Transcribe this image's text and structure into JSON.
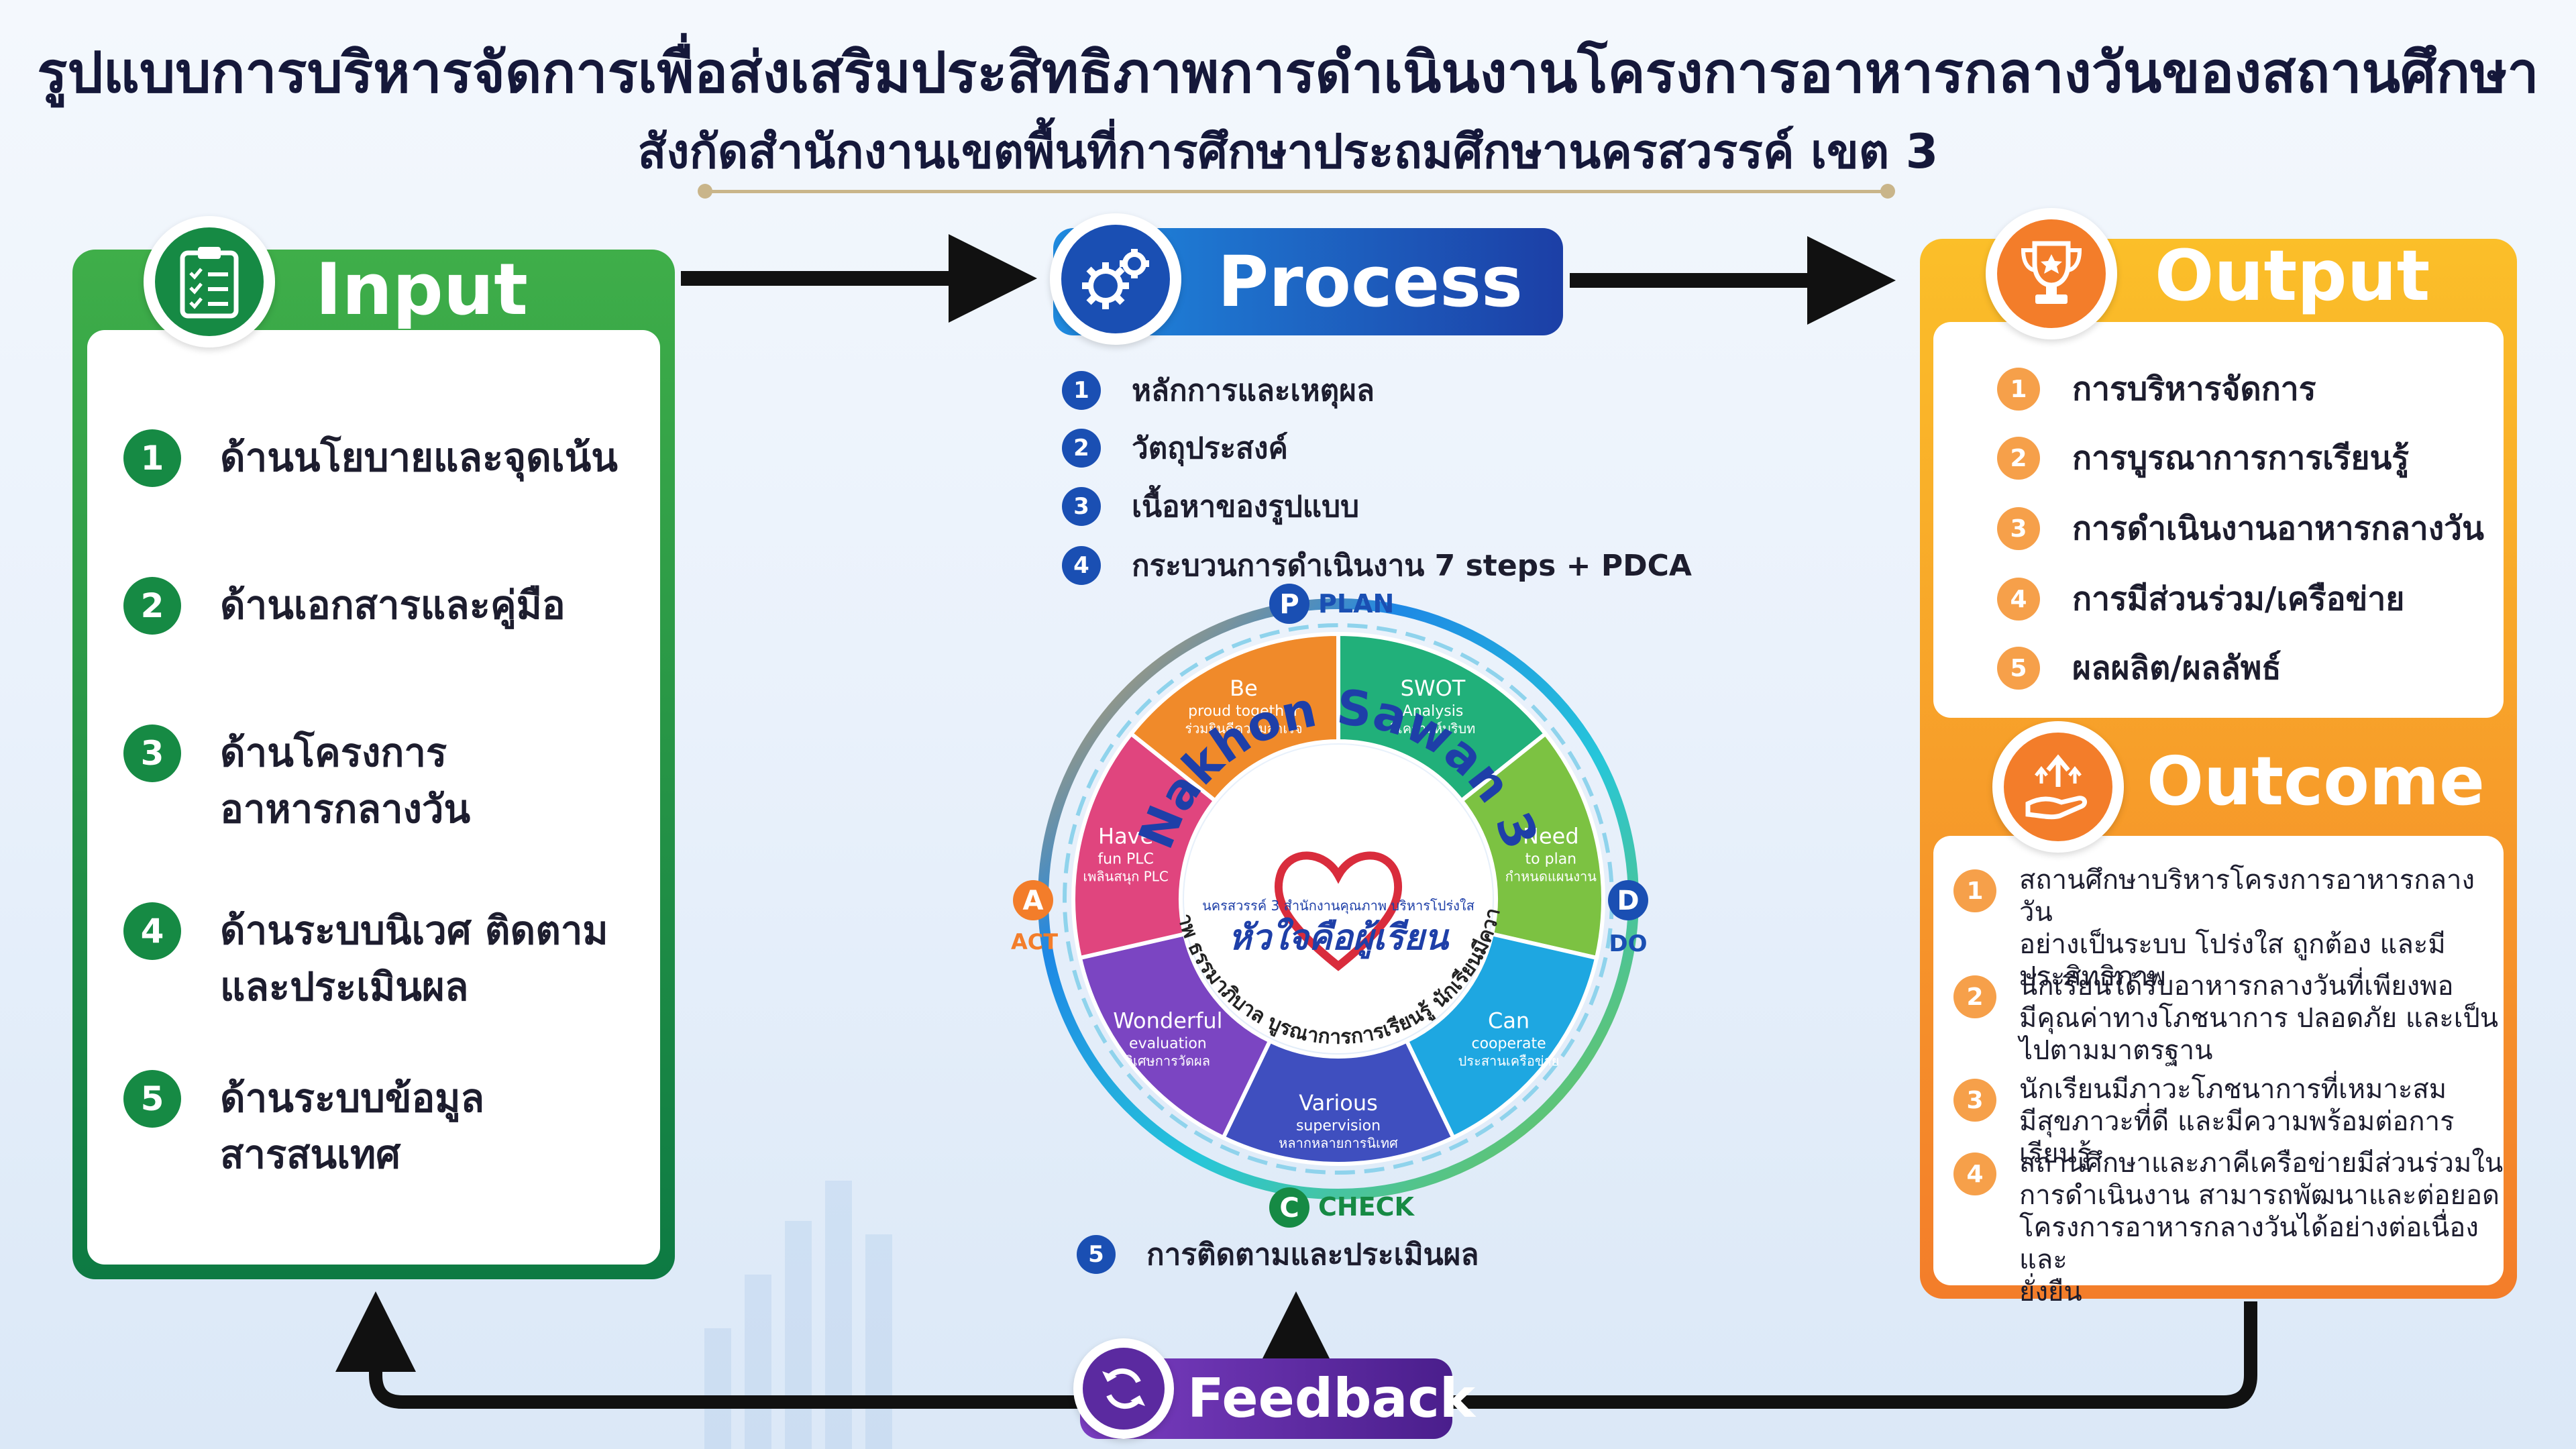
{
  "header": {
    "title_line1": "รูปแบบการบริหารจัดการเพื่อส่งเสริมประสิทธิภาพการดำเนินงานโครงการอาหารกลางวันของสถานศึกษา",
    "title_line2": "สังกัดสำนักงานเขตพื้นที่การศึกษาประถมศึกษานครสวรรค์ เขต 3"
  },
  "input": {
    "title": "Input",
    "icon": "clipboard-checklist-icon",
    "items": [
      {
        "num": "1",
        "line1": "ด้านนโยบายและจุดเน้น",
        "line2": ""
      },
      {
        "num": "2",
        "line1": "ด้านเอกสารและคู่มือ",
        "line2": ""
      },
      {
        "num": "3",
        "line1": "ด้านโครงการ",
        "line2": "อาหารกลางวัน"
      },
      {
        "num": "4",
        "line1": "ด้านระบบนิเวศ ติดตาม",
        "line2": "และประเมินผล"
      },
      {
        "num": "5",
        "line1": "ด้านระบบข้อมูล",
        "line2": "สารสนเทศ"
      }
    ]
  },
  "process": {
    "title": "Process",
    "icon": "gears-icon",
    "items": [
      {
        "num": "1",
        "text": "หลักการและเหตุผล"
      },
      {
        "num": "2",
        "text": "วัตถุประสงค์"
      },
      {
        "num": "3",
        "text": "เนื้อหาของรูปแบบ"
      },
      {
        "num": "4",
        "text": "กระบวนการดำเนินงาน 7 steps + PDCA"
      },
      {
        "num": "5",
        "text": "การติดตามและประเมินผล"
      }
    ],
    "cycle": {
      "plan": {
        "letter": "P",
        "label": "PLAN"
      },
      "do": {
        "letter": "D",
        "label": "DO"
      },
      "check": {
        "letter": "C",
        "label": "CHECK"
      },
      "act": {
        "letter": "A",
        "label": "ACT"
      },
      "ring_text": "Nakhon Sawan 3",
      "center_small": "นครสวรรค์ 3 สำนักงานคุณภาพ บริหารโปร่งใส",
      "center_big": "หัวใจคือผู้เรียน",
      "values_text": "คุณภาพ ธรรมาภิบาล บูรณาการการเรียนรู้ นักเรียนมีความสุข",
      "segments": [
        {
          "en1": "SWOT",
          "en2": "Analysis",
          "th": "วิเคราะห์บริบท",
          "color": "#21b07a",
          "icon": "magnifier-chart-icon"
        },
        {
          "en1": "Need",
          "en2": "to plan",
          "th": "กำหนดแผนงาน",
          "color": "#7cc242",
          "icon": "clipboard-target-icon"
        },
        {
          "en1": "Can",
          "en2": "cooperate",
          "th": "ประสานเครือข่าย",
          "color": "#1ea7e1",
          "icon": "handshake-icon"
        },
        {
          "en1": "Various",
          "en2": "supervision",
          "th": "หลากหลายการนิเทศ",
          "color": "#3f4fbf",
          "icon": "people-icon"
        },
        {
          "en1": "Wonderful",
          "en2": "evaluation",
          "th": "วิเศษการวัดผล",
          "color": "#7b45c2",
          "icon": "bar-chart-icon"
        },
        {
          "en1": "Have",
          "en2": "fun PLC",
          "th": "เพลินสนุก PLC",
          "color": "#e0457e",
          "icon": "network-people-icon"
        },
        {
          "en1": "Be",
          "en2": "proud together",
          "th": "ร่วมยินดีความสำเร็จ",
          "color": "#f08a2a",
          "icon": "trophy-icon"
        }
      ]
    }
  },
  "output": {
    "title": "Output",
    "icon": "trophy-icon",
    "items": [
      {
        "num": "1",
        "text": "การบริหารจัดการ"
      },
      {
        "num": "2",
        "text": "การบูรณาการการเรียนรู้"
      },
      {
        "num": "3",
        "text": "การดำเนินงานอาหารกลางวัน"
      },
      {
        "num": "4",
        "text": "การมีส่วนร่วม/เครือข่าย"
      },
      {
        "num": "5",
        "text": "ผลผลิต/ผลลัพธ์"
      }
    ]
  },
  "outcome": {
    "title": "Outcome",
    "icon": "hand-growth-icon",
    "items": [
      {
        "num": "1",
        "l1": "สถานศึกษาบริหารโครงการอาหารกลางวัน",
        "l2": "อย่างเป็นระบบ โปร่งใส ถูกต้อง และมี",
        "l3": "ประสิทธิภาพ",
        "l4": ""
      },
      {
        "num": "2",
        "l1": "นักเรียนได้รับอาหารกลางวันที่เพียงพอ",
        "l2": "มีคุณค่าทางโภชนาการ ปลอดภัย และเป็น",
        "l3": "ไปตามมาตรฐาน",
        "l4": ""
      },
      {
        "num": "3",
        "l1": "นักเรียนมีภาวะโภชนาการที่เหมาะสม",
        "l2": "มีสุขภาวะที่ดี และมีความพร้อมต่อการเรียนรู้",
        "l3": "",
        "l4": ""
      },
      {
        "num": "4",
        "l1": "สถานศึกษาและภาคีเครือข่ายมีส่วนร่วมใน",
        "l2": "การดำเนินงาน สามารถพัฒนาและต่อยอด",
        "l3": "โครงการอาหารกลางวันได้อย่างต่อเนื่องและ",
        "l4": "ยั่งยืน"
      }
    ]
  },
  "feedback": {
    "title": "Feedback",
    "icon": "refresh-cycle-icon"
  },
  "colors": {
    "input": "#168a44",
    "process": "#1a4fb3",
    "output": "#f37d2a",
    "feedback": "#5b2aa0"
  }
}
